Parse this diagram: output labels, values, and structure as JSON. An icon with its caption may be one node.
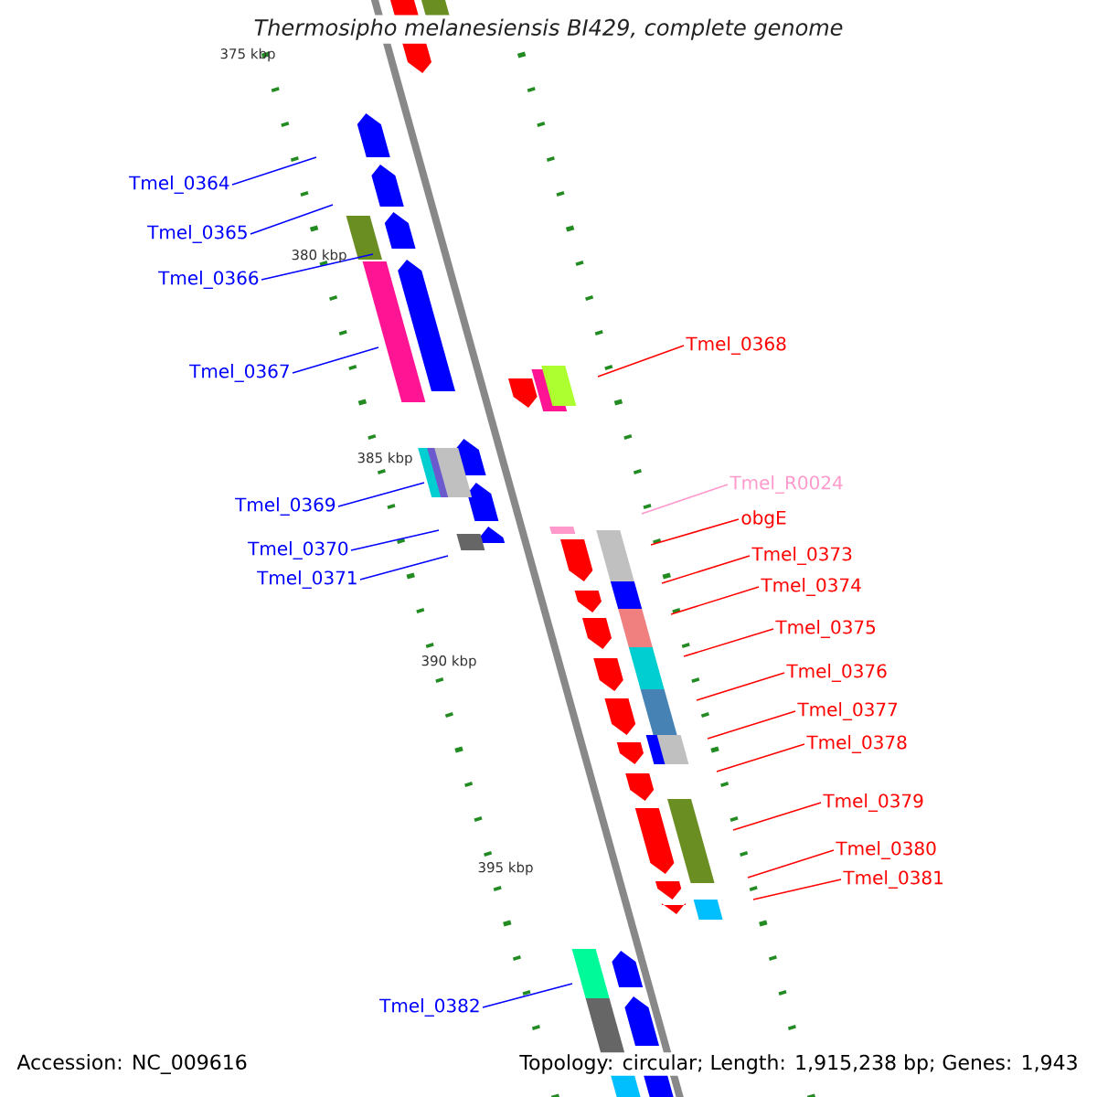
{
  "diagram": {
    "title": "Thermosipho melanesiensis BI429, complete genome",
    "nodes": [
      {
        "text": [
          "Tmel_0364"
        ]
      },
      {
        "text": [
          "Tmel_0365"
        ]
      },
      {
        "text": [
          "Tmel_0366"
        ]
      },
      {
        "text": [
          "Tmel_0367"
        ]
      },
      {
        "text": [
          "Tmel_0368"
        ]
      },
      {
        "text": [
          "Tmel_R0024"
        ]
      },
      {
        "text": [
          "obgE"
        ]
      },
      {
        "text": [
          "Tmel_0369"
        ]
      },
      {
        "text": [
          "Tmel_0373"
        ]
      },
      {
        "text": [
          "Tmel_0370"
        ]
      },
      {
        "text": [
          "Tmel_0374"
        ]
      },
      {
        "text": [
          "Tmel_0371"
        ]
      },
      {
        "text": [
          "Tmel_0375"
        ]
      },
      {
        "text": [
          "Tmel_0376"
        ]
      },
      {
        "text": [
          "Tmel_0377"
        ]
      },
      {
        "text": [
          "Tmel_0378"
        ]
      },
      {
        "text": [
          "Tmel_0379"
        ]
      },
      {
        "text": [
          "Tmel_0380"
        ]
      },
      {
        "text": [
          "Tmel_0381"
        ]
      },
      {
        "text": [
          "Tmel_0382"
        ]
      }
    ],
    "edges": [
      {
        "from": 0,
        "to": null,
        "arrow": "none",
        "color": "#0000ff"
      },
      {
        "from": 1,
        "to": null,
        "arrow": "none",
        "color": "#0000ff"
      },
      {
        "from": 2,
        "to": null,
        "arrow": "none",
        "color": "#0000ff"
      },
      {
        "from": 3,
        "to": null,
        "arrow": "none",
        "color": "#0000ff"
      },
      {
        "from": 4,
        "to": null,
        "arrow": "none"
      },
      {
        "from": 5,
        "to": null,
        "arrow": "none",
        "color": "#ff99cc"
      },
      {
        "from": 6,
        "to": null,
        "arrow": "none"
      },
      {
        "from": 7,
        "to": null,
        "arrow": "none",
        "color": "#0000ff"
      },
      {
        "from": 8,
        "to": null,
        "arrow": "none"
      },
      {
        "from": 9,
        "to": null,
        "arrow": "none",
        "color": "#0000ff"
      },
      {
        "from": 10,
        "to": null,
        "arrow": "none"
      },
      {
        "from": 11,
        "to": null,
        "arrow": "none",
        "color": "#0000ff"
      },
      {
        "from": 12,
        "to": null,
        "arrow": "none"
      },
      {
        "from": 13,
        "to": null,
        "arrow": "none"
      },
      {
        "from": 14,
        "to": null,
        "arrow": "none"
      },
      {
        "from": 15,
        "to": null,
        "arrow": "none"
      },
      {
        "from": 16,
        "to": null,
        "arrow": "none"
      },
      {
        "from": 17,
        "to": null,
        "arrow": "none"
      },
      {
        "from": 18,
        "to": null,
        "arrow": "none"
      },
      {
        "from": 19,
        "to": null,
        "arrow": "none",
        "color": "#0000ff"
      }
    ],
    "labels": [
      "375 kbp",
      "380 kbp",
      "385 kbp",
      "390 kbp",
      "395 kbp",
      "Accession: NC_009616",
      "Topology: circular; Length: 1,915,238 bp; Genes: 1,943"
    ]
  }
}
